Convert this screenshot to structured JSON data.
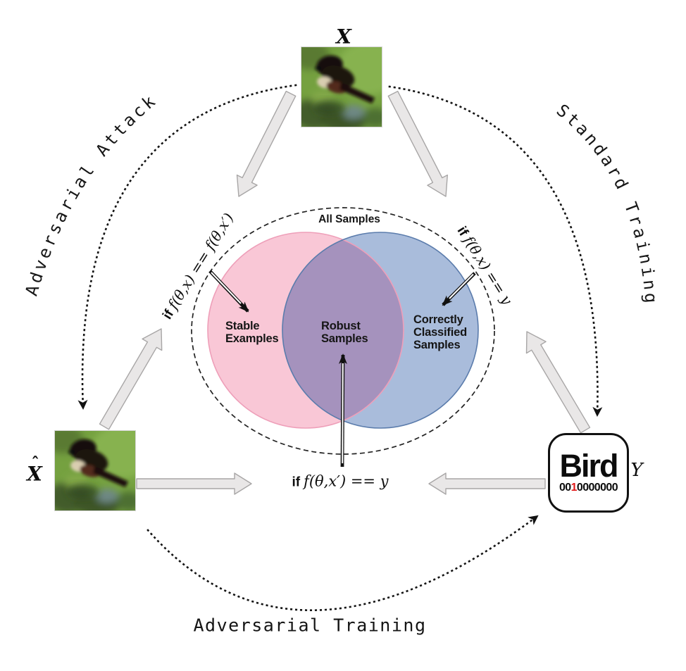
{
  "diagram": {
    "nodes": {
      "clean_input": {
        "symbol": "X"
      },
      "adversarial_input": {
        "symbol": "X",
        "hat": "ˆ"
      },
      "label_output": {
        "symbol": "Y",
        "class_name": "Bird",
        "one_hot_prefix": "00",
        "one_hot_hot": "1",
        "one_hot_suffix": "0000000"
      }
    },
    "edges": {
      "adversarial_attack": "Adversarial Attack",
      "standard_training": "Standard Training",
      "adversarial_training": "Adversarial Training"
    },
    "venn": {
      "outer": "All Samples",
      "stable_line1": "Stable",
      "stable_line2": "Examples",
      "robust_line1": "Robust",
      "robust_line2": "Samples",
      "correct_line1": "Correctly",
      "correct_line2": "Classified",
      "correct_line3": "Samples"
    },
    "conditions": {
      "stable_prefix": "if",
      "stable_expr": "f(θ,x) == f(θ,x′)",
      "correct_prefix": "if",
      "correct_expr": "f(θ,x) == y",
      "robust_prefix": "if",
      "robust_expr": "f(θ,x′) == y"
    },
    "colors": {
      "stable_fill": "#f9c7d6",
      "stable_stroke": "#ee9fb9",
      "classified_fill": "#a9bcdb",
      "classified_stroke": "#5b7cac",
      "overlap_fill": "#a592bd",
      "one_hot_highlight": "#e11818"
    }
  }
}
